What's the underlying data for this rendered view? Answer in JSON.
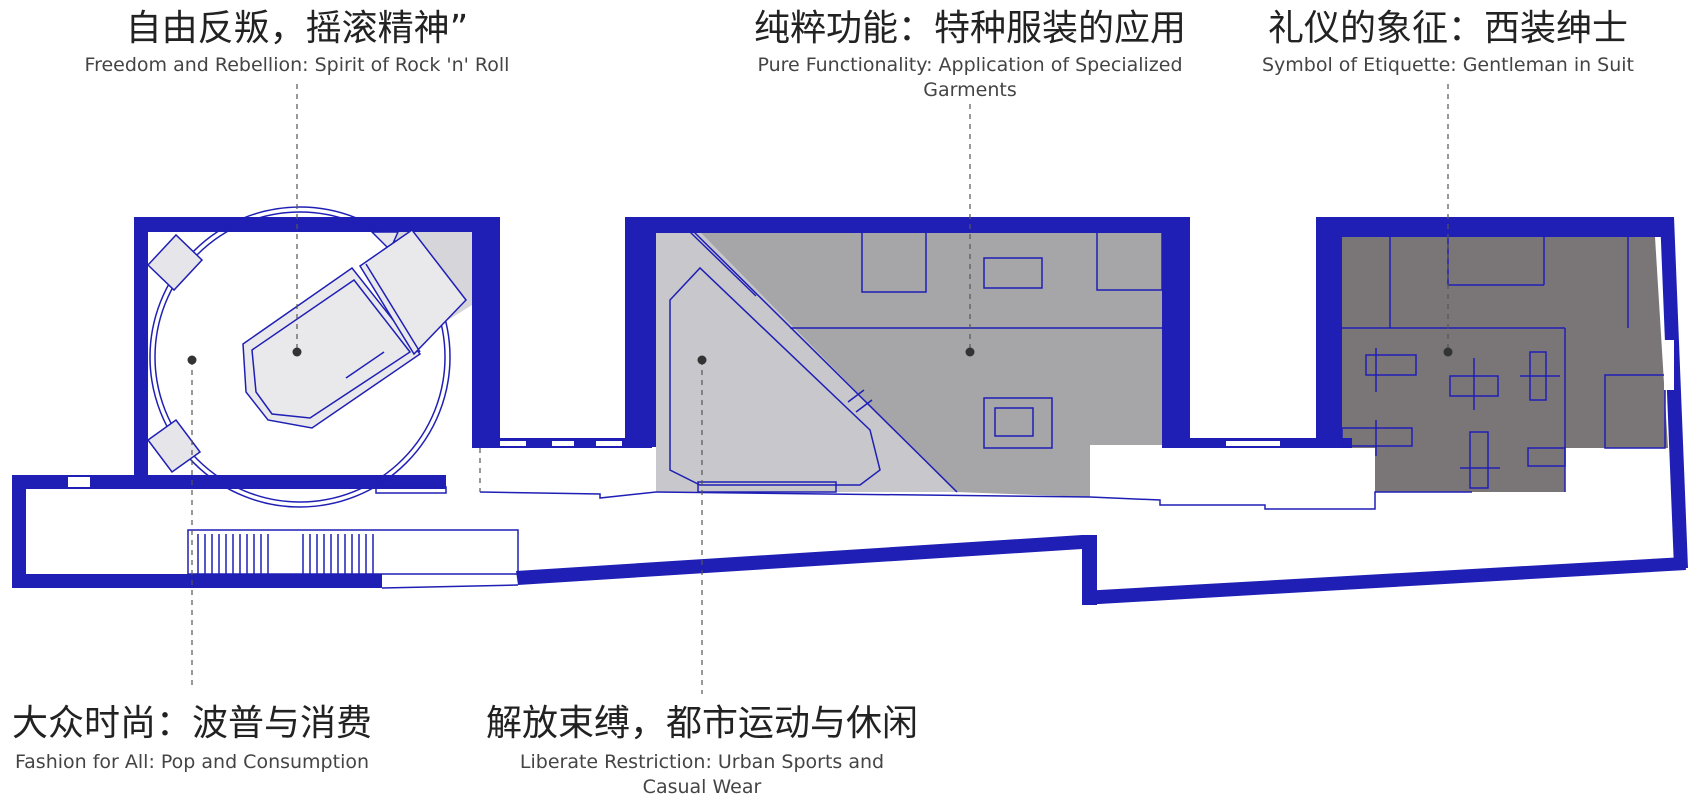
{
  "zones": [
    {
      "id": "rock",
      "title_zh": "自由反叛，摇滚精神”",
      "title_en": "Freedom and Rebellion: Spirit of Rock 'n' Roll"
    },
    {
      "id": "functional",
      "title_zh": "纯粹功能：特种服装的应用",
      "title_en_line1": "Pure Functionality: Application of Specialized",
      "title_en_line2": "Garments"
    },
    {
      "id": "etiquette",
      "title_zh": "礼仪的象征：西装绅士",
      "title_en": "Symbol of Etiquette: Gentleman in Suit"
    },
    {
      "id": "pop",
      "title_zh": "大众时尚：波普与消费",
      "title_en": "Fashion for All: Pop and Consumption"
    },
    {
      "id": "urban",
      "title_zh": "解放束缚，都市运动与休闲",
      "title_en_line1": "Liberate Restriction: Urban Sports and",
      "title_en_line2": "Casual Wear"
    }
  ],
  "colors": {
    "wall": "#1f1fb5",
    "zone_light": "#d6d6da",
    "zone_mid": "#a6a6a8",
    "zone_dark": "#7a7678",
    "leader": "#555555"
  }
}
